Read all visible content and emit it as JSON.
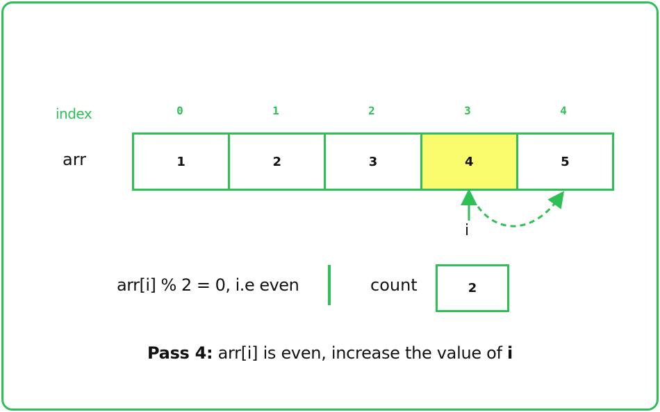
{
  "index_label": "index",
  "arr_label": "arr",
  "indices": [
    "0",
    "1",
    "2",
    "3",
    "4"
  ],
  "values": [
    "1",
    "2",
    "3",
    "4",
    "5"
  ],
  "highlighted_index": 3,
  "pointer_label": "i",
  "condition_text": "arr[i] % 2 = 0, i.e even",
  "count_label": "count",
  "count_value": "2",
  "caption": {
    "pass": "Pass 4:",
    "text": " arr[i] is even, increase the value of ",
    "var": "i"
  },
  "colors": {
    "accent": "#2fbf57",
    "highlight": "#fbfb6e"
  }
}
